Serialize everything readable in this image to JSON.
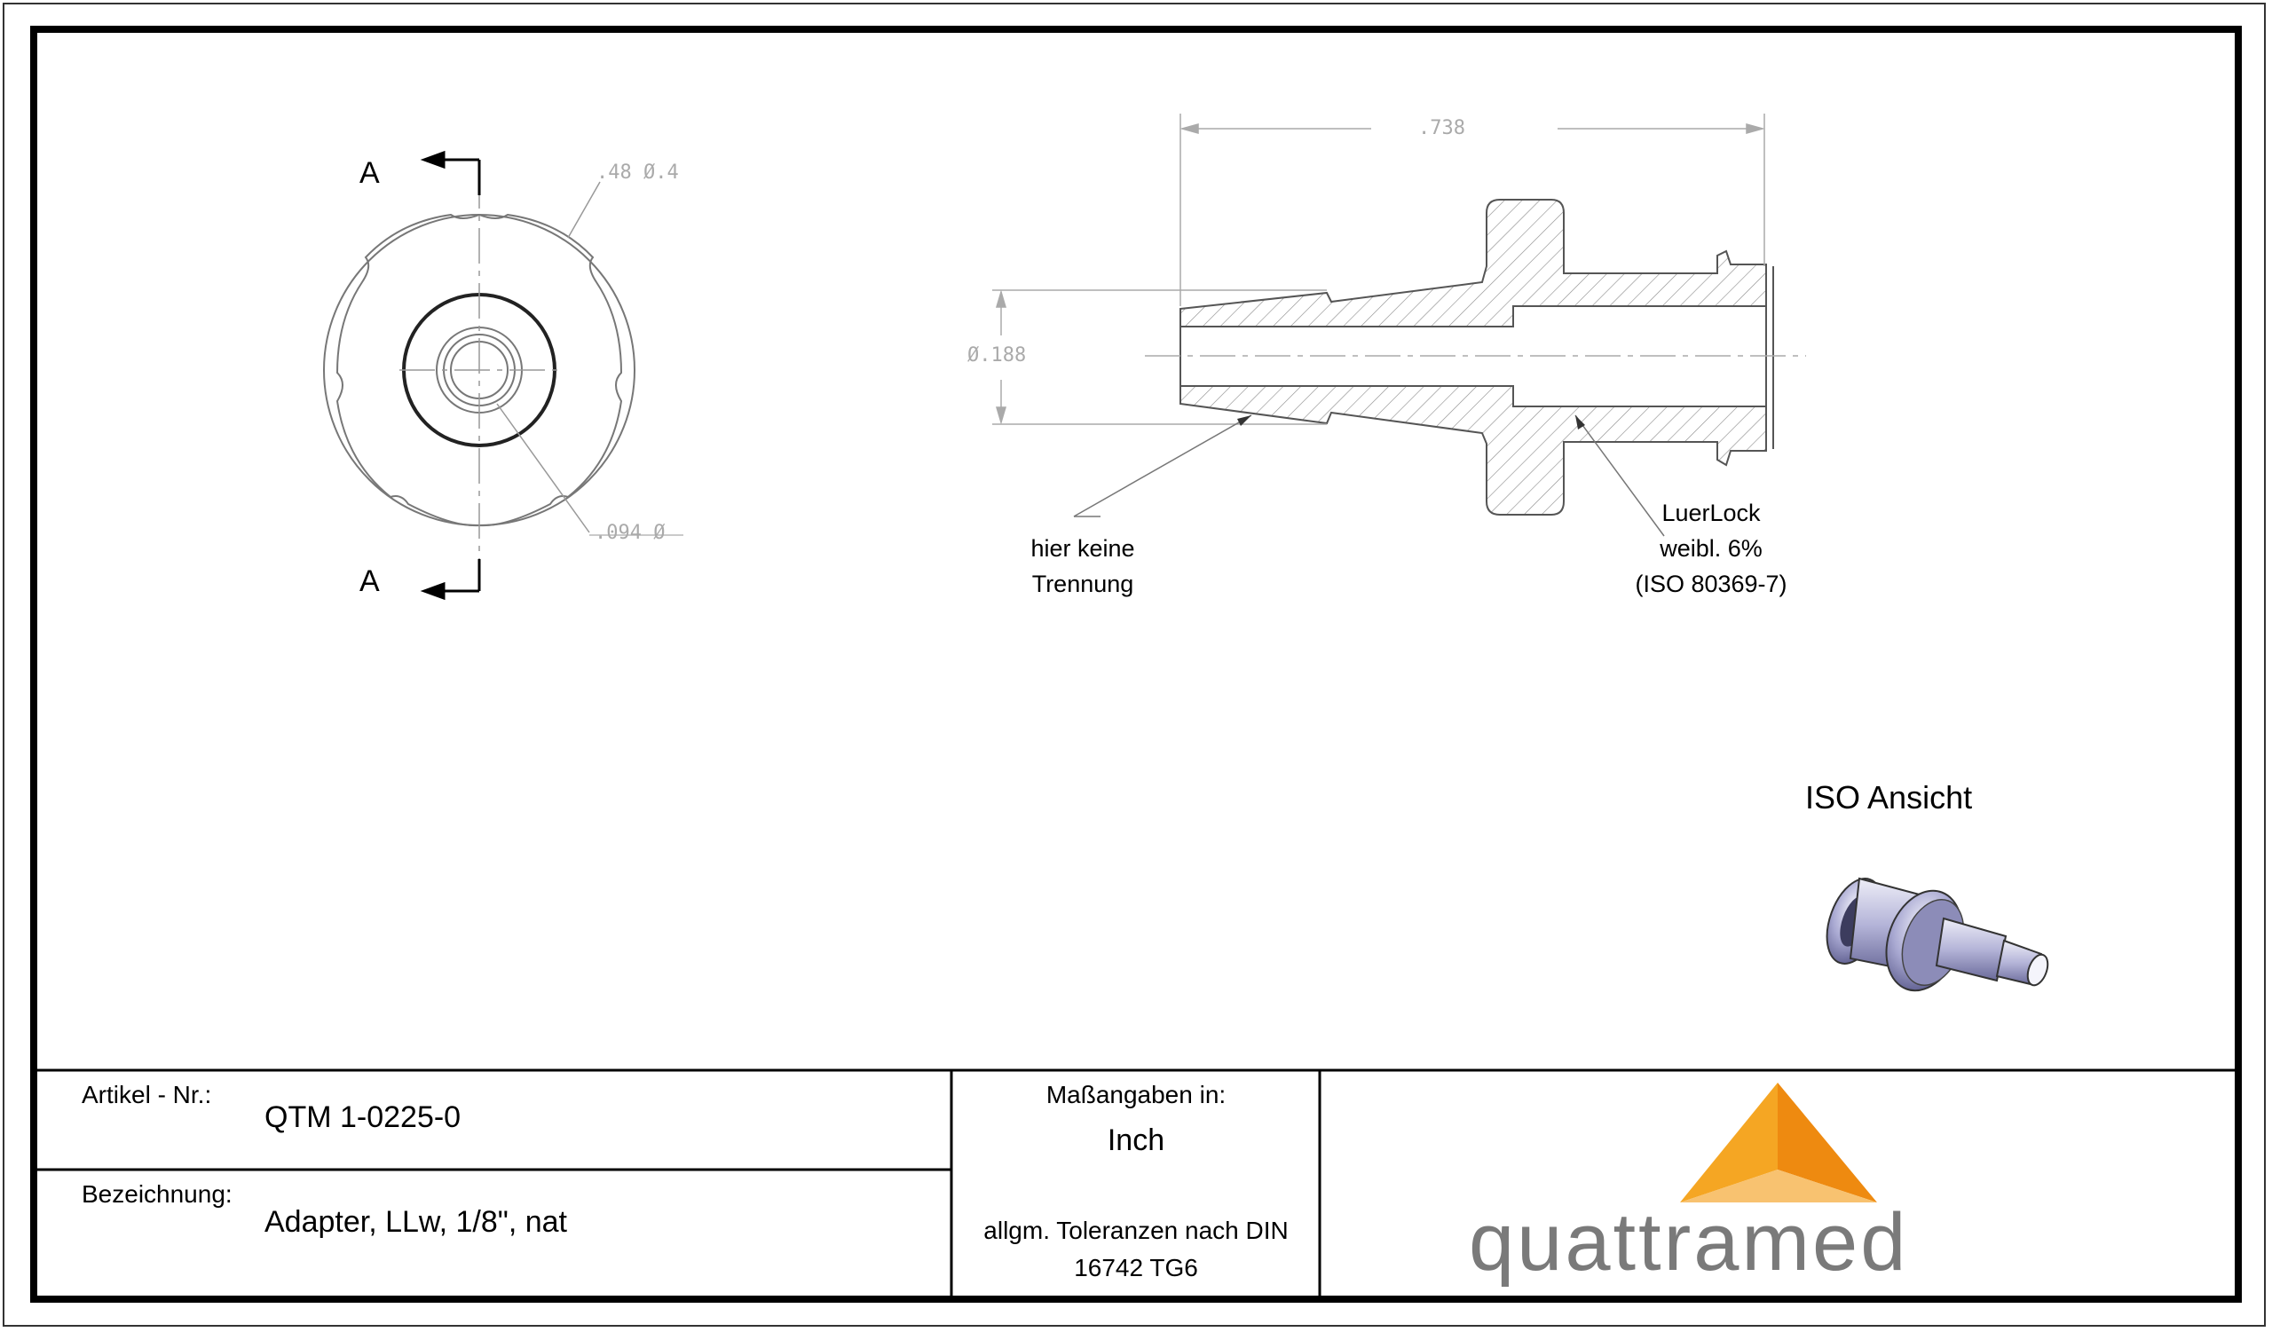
{
  "drawing": {
    "section_mark_top": "A",
    "section_mark_bottom": "A",
    "dim_outer_diameter": "Ø.4",
    "dim_outer_leader": ".48",
    "dim_bore_diameter": ".094 Ø",
    "dim_length": ".738",
    "dim_barb_diameter": "Ø.188",
    "note_no_separation_line1": "hier keine",
    "note_no_separation_line2": "Trennung",
    "note_luer_line1": "LuerLock",
    "note_luer_line2": "weibl. 6%",
    "note_luer_line3": "(ISO 80369-7)",
    "iso_view_label": "ISO Ansicht"
  },
  "title_block": {
    "article_label": "Artikel - Nr.:",
    "article_value": "QTM 1-0225-0",
    "designation_label": "Bezeichnung:",
    "designation_value": "Adapter, LLw, 1/8\", nat",
    "units_label": "Maßangaben in:",
    "units_value": "Inch",
    "tolerance_line1": "allgm. Toleranzen nach DIN",
    "tolerance_line2": "16742 TG6",
    "logo_text": "quattramed"
  },
  "colors": {
    "logo_triangle_light": "#F8C270",
    "logo_triangle_mid": "#F5A623",
    "logo_triangle_dark": "#EE8A10",
    "logo_text": "#7a7a7a"
  }
}
